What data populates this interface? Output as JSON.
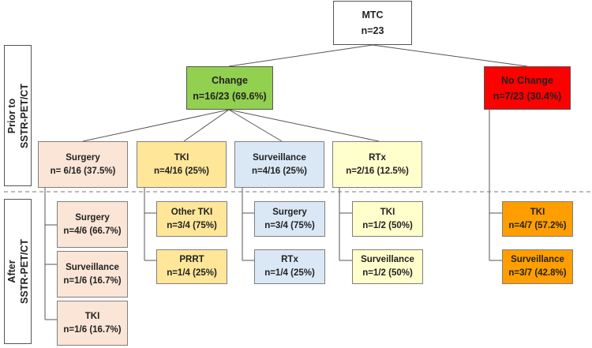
{
  "side_labels": {
    "prior": [
      "Prior to",
      "SSTR-PET/CT"
    ],
    "after": [
      "After",
      "SSTR-PET/CT"
    ]
  },
  "root": {
    "title": "MTC",
    "count": "n=23"
  },
  "change": {
    "title": "Change",
    "count": "n=16/23 (69.6%)",
    "color": "#92d050"
  },
  "no_change": {
    "title": "No Change",
    "count": "n=7/23 (30.4%)",
    "color": "#ff0000"
  },
  "before": [
    {
      "title": "Surgery",
      "count": "n= 6/16 (37.5%)",
      "color": "#fbe5d6"
    },
    {
      "title": "TKI",
      "count": "n=4/16 (25%)",
      "color": "#ffe699"
    },
    {
      "title": "Surveillance",
      "count": "n=4/16 (25%)",
      "color": "#dae8f6"
    },
    {
      "title": "RTx",
      "count": "n=2/16 (12.5%)",
      "color": "#ffffcc"
    }
  ],
  "after": {
    "surgery": [
      {
        "title": "Surgery",
        "count": "n=4/6 (66.7%)"
      },
      {
        "title": "Surveillance",
        "count": "n=1/6 (16.7%)"
      },
      {
        "title": "TKI",
        "count": "n=1/6 (16.7%)"
      }
    ],
    "tki": [
      {
        "title": "Other TKI",
        "count": "n=3/4 (75%)"
      },
      {
        "title": "PRRT",
        "count": "n=1/4 (25%)"
      }
    ],
    "surveillance": [
      {
        "title": "Surgery",
        "count": "n=3/4 (75%)"
      },
      {
        "title": "RTx",
        "count": "n=1/4 (25%)"
      }
    ],
    "rtx": [
      {
        "title": "TKI",
        "count": "n=1/2 (50%)"
      },
      {
        "title": "Surveillance",
        "count": "n=1/2 (50%)"
      }
    ],
    "no_change": [
      {
        "title": "TKI",
        "count": "n=4/7 (57.2%)",
        "color": "#ff9e00"
      },
      {
        "title": "Surveillance",
        "count": "n=3/7 (42.8%)",
        "color": "#ff9e00"
      }
    ]
  }
}
